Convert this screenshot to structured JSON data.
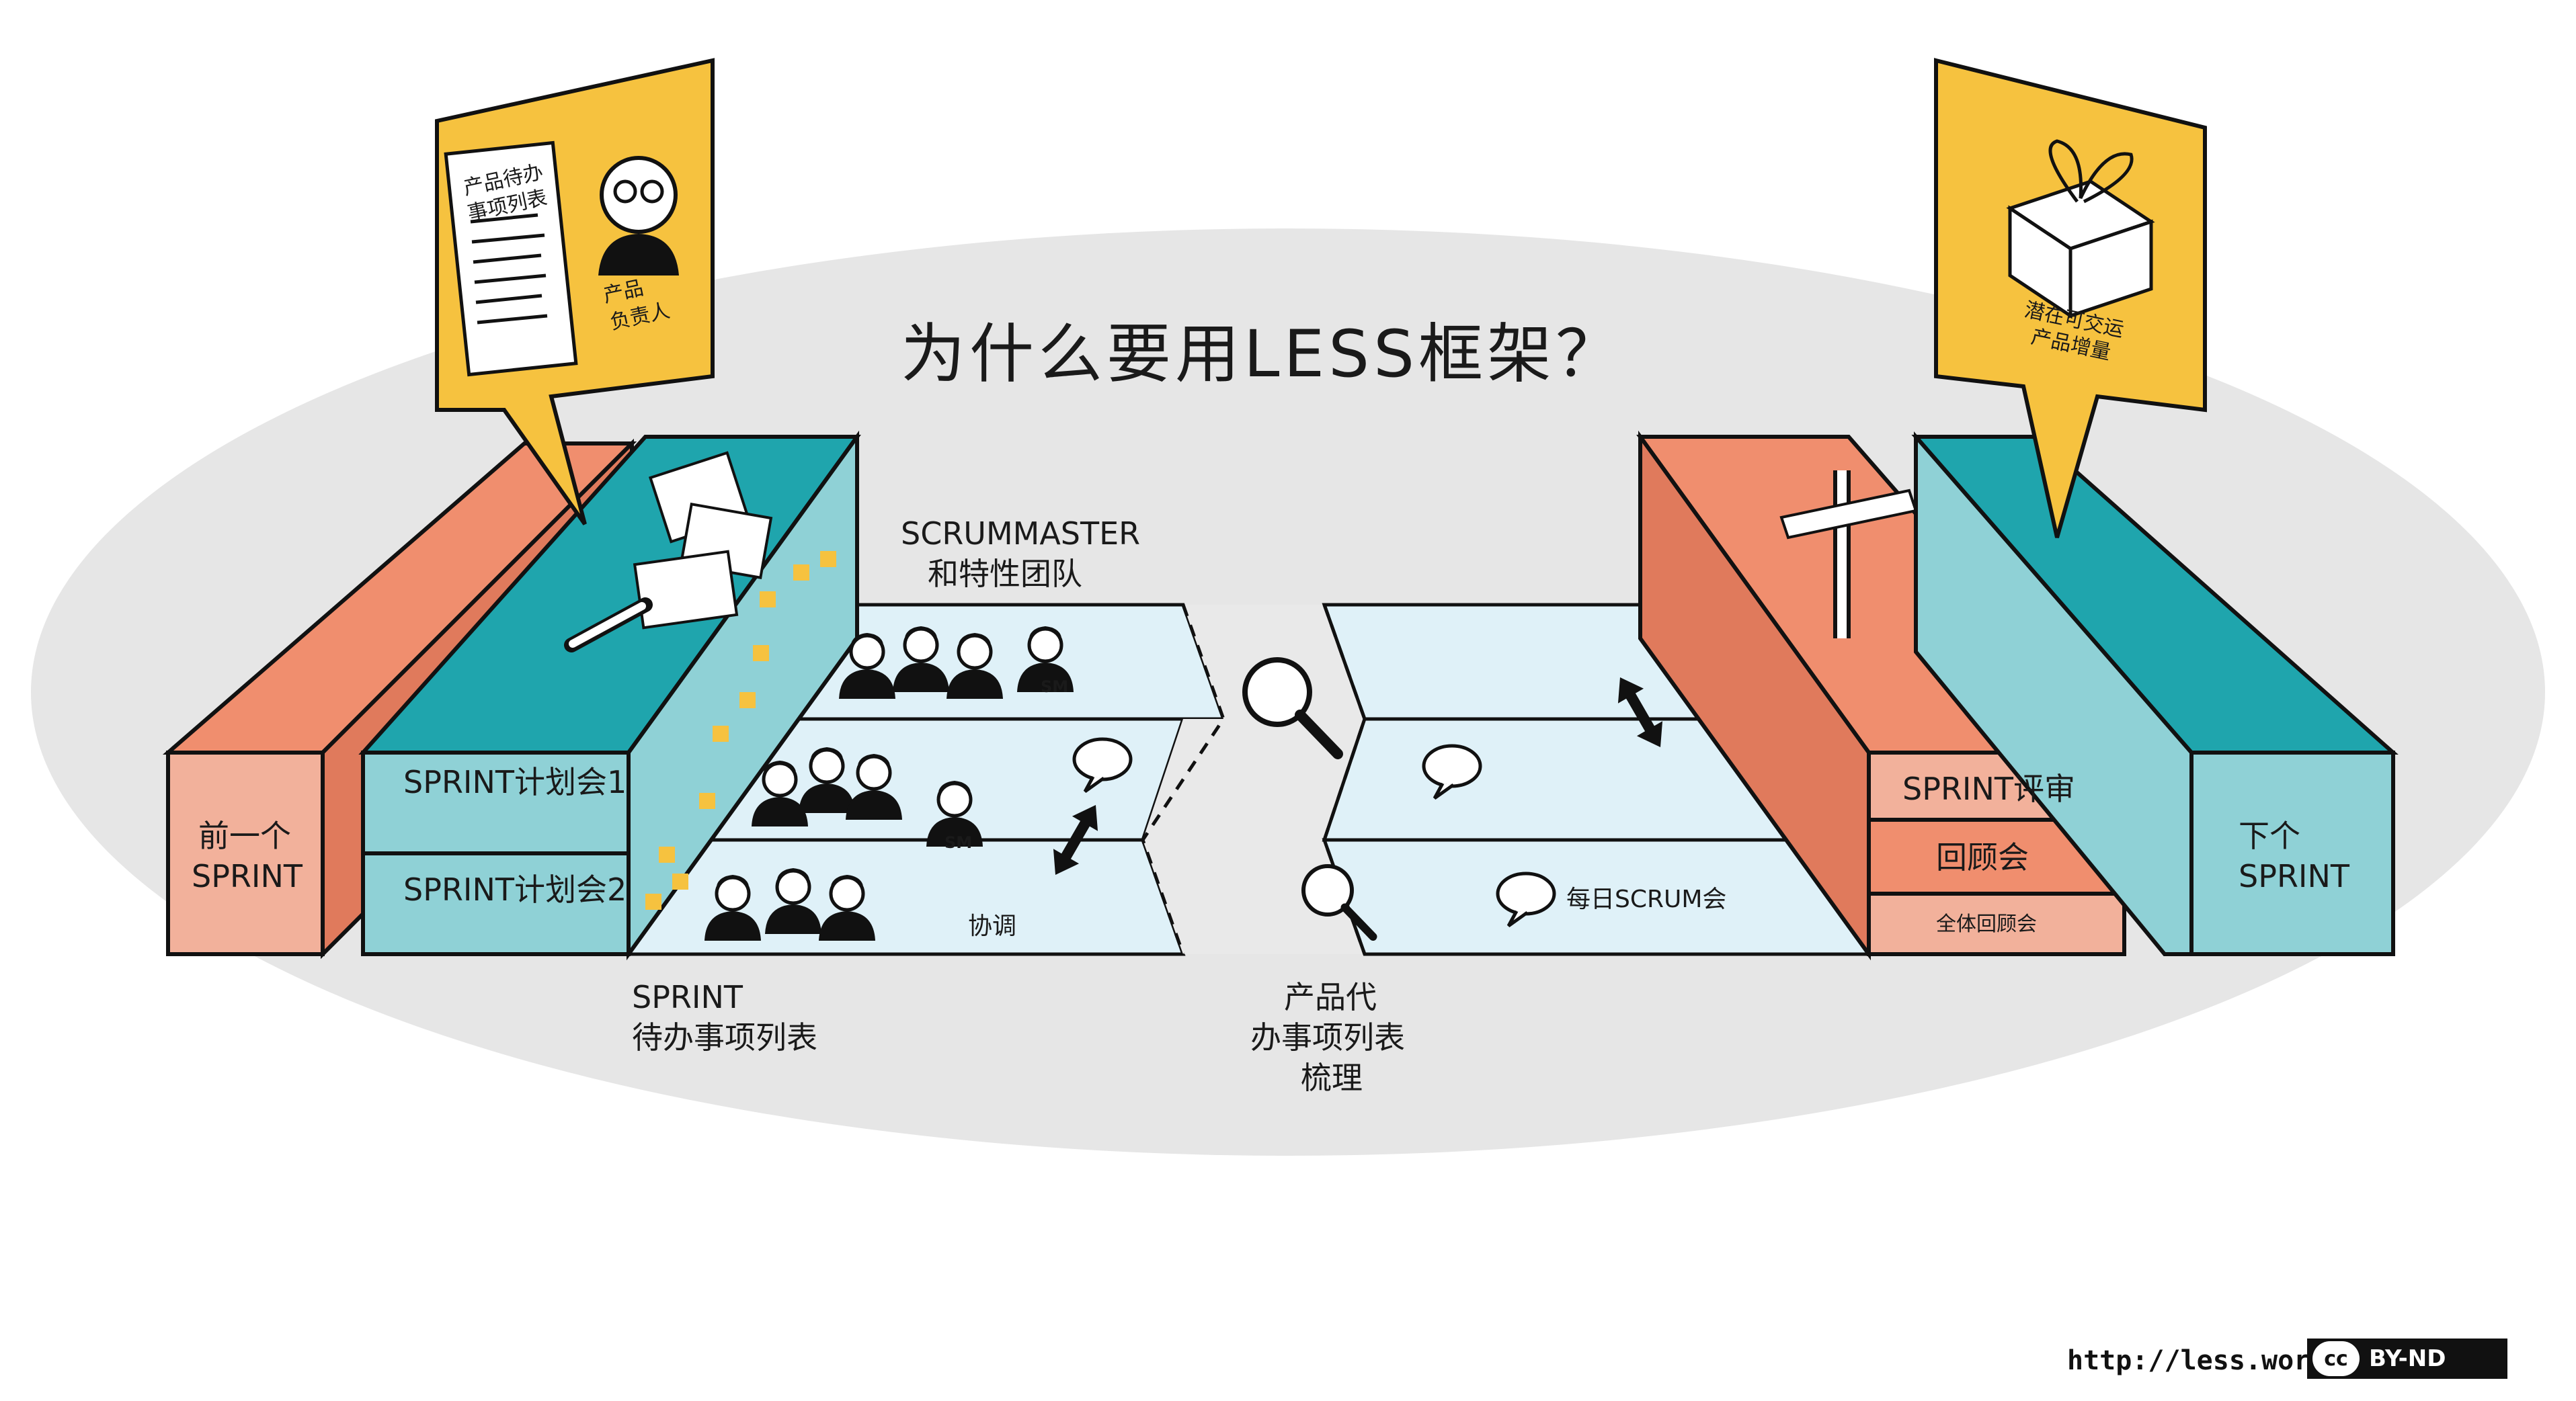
{
  "title": "为什么要用LESS框架？",
  "product_owner": {
    "label_line1": "产品",
    "label_line2": "负责人",
    "backlog_line1": "产品待办",
    "backlog_line2": "事项列表"
  },
  "increment": {
    "line1": "潜在可交运",
    "line2": "产品增量"
  },
  "scrummaster": {
    "line1": "SCRUMMASTER",
    "line2": "和特性团队"
  },
  "prev_sprint": {
    "line1": "前一个",
    "line2": "SPRINT"
  },
  "next_sprint": {
    "line1": "下个",
    "line2": "SPRINT"
  },
  "planning1": "SPRINT计划会1",
  "planning2": "SPRINT计划会2",
  "review": "SPRINT评审",
  "retro": "回顾会",
  "overall_retro": "全体回顾会",
  "coordinate": "协调",
  "daily_scrum": "每日SCRUM会",
  "sprint_backlog": {
    "line1": "SPRINT",
    "line2": "待办事项列表"
  },
  "refinement": {
    "line1": "产品代",
    "line2": "办事项列表",
    "line3": "梳理"
  },
  "sm_badge": "SM",
  "footer": {
    "url": "http://less.works",
    "cc": "cc",
    "license": "BY-ND"
  },
  "colors": {
    "orange": "#f08e6e",
    "orange_light": "#f2b19b",
    "teal": "#1fa5ad",
    "teal_light": "#8fd1d6",
    "yellow": "#f6c23f",
    "lane": "#dff1f8",
    "ground": "#e6e6e6"
  },
  "icons": [
    "person-icon",
    "magnifier-icon",
    "speech-bubble-icon",
    "double-arrow-icon",
    "gift-icon",
    "signpost-icon",
    "pen-icon",
    "notes-icon"
  ]
}
